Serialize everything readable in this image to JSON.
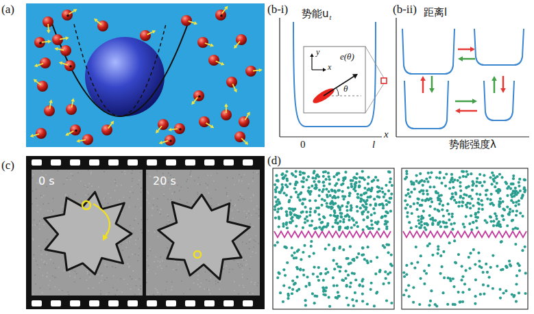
{
  "diagram": {
    "labels": [
      "(a)",
      "(b-i)",
      "势能u",
      "t",
      "y",
      "x",
      "e(θ)",
      "θ",
      "0",
      "l",
      "x",
      "(b-ii)",
      "距离l",
      "势能强度λ",
      "(c)",
      "0 s",
      "20 s",
      "(d)"
    ]
  }
}
